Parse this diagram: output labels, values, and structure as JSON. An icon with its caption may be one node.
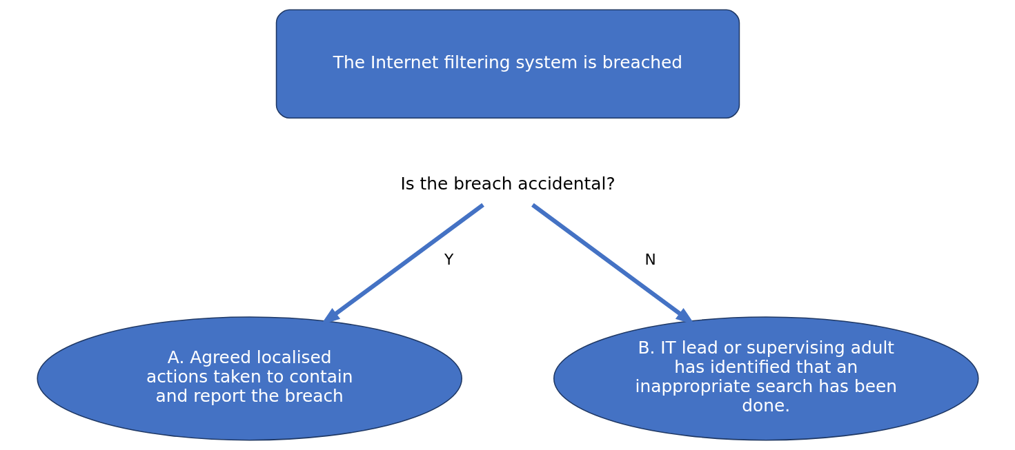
{
  "diagram": {
    "nodes": [
      {
        "text": [
          "The Internet filtering system is breached"
        ]
      },
      {
        "text": [
          "Is the breach accidental?"
        ]
      },
      {
        "text": [
          "A. Agreed localised actions taken to contain and report the breach"
        ]
      },
      {
        "text": [
          "B. IT lead or supervising adult has identified that an inappropriate search has been done."
        ]
      }
    ],
    "edges": [
      {
        "from": 1,
        "to": 2,
        "arrow": "to",
        "label": "Y"
      },
      {
        "from": 1,
        "to": 3,
        "arrow": "to",
        "label": "N"
      }
    ]
  }
}
